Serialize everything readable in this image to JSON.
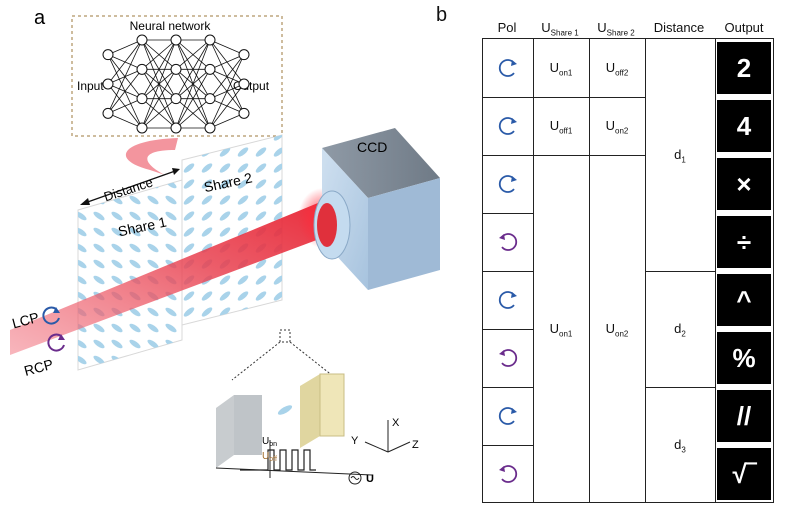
{
  "panel_a": {
    "label": "a",
    "network_title": "Neural network",
    "input_label": "Input",
    "output_label": "Output",
    "distance_label": "Distance",
    "share1_label": "Share 1",
    "share2_label": "Share 2",
    "ccd_label": "CCD",
    "lcp_label": "LCP",
    "rcp_label": "RCP",
    "u_on_label": "U",
    "u_on_sub": "on",
    "u_off_label": "U",
    "u_off_sub": "off",
    "u_source_label": "U",
    "axis_x": "X",
    "axis_y": "Y",
    "axis_z": "Z"
  },
  "panel_b": {
    "label": "b",
    "headers": {
      "pol": "Pol",
      "u_share1": "U",
      "u_share1_sub": "Share 1",
      "u_share2": "U",
      "u_share2_sub": "Share 2",
      "distance": "Distance",
      "output": "Output"
    },
    "rows": [
      {
        "pol": "LCP",
        "output": "2"
      },
      {
        "pol": "LCP",
        "output": "4"
      },
      {
        "pol": "LCP",
        "output": "×"
      },
      {
        "pol": "RCP",
        "output": "÷"
      },
      {
        "pol": "LCP",
        "output": "^"
      },
      {
        "pol": "RCP",
        "output": "%"
      },
      {
        "pol": "LCP",
        "output": "//"
      },
      {
        "pol": "RCP",
        "output": "√‾"
      }
    ],
    "u_share1_cells": [
      {
        "main": "U",
        "sub": "on1"
      },
      {
        "main": "U",
        "sub": "off1"
      },
      {
        "main": "U",
        "sub": "on1"
      }
    ],
    "u_share2_cells": [
      {
        "main": "U",
        "sub": "off2"
      },
      {
        "main": "U",
        "sub": "on2"
      },
      {
        "main": "U",
        "sub": "on2"
      }
    ],
    "distance_cells": [
      {
        "main": "d",
        "sub": "1"
      },
      {
        "main": "d",
        "sub": "2"
      },
      {
        "main": "d",
        "sub": "3"
      }
    ],
    "colors": {
      "lcp": "#2a5aa8",
      "rcp": "#6a2c8c",
      "tile": "#000000"
    }
  }
}
